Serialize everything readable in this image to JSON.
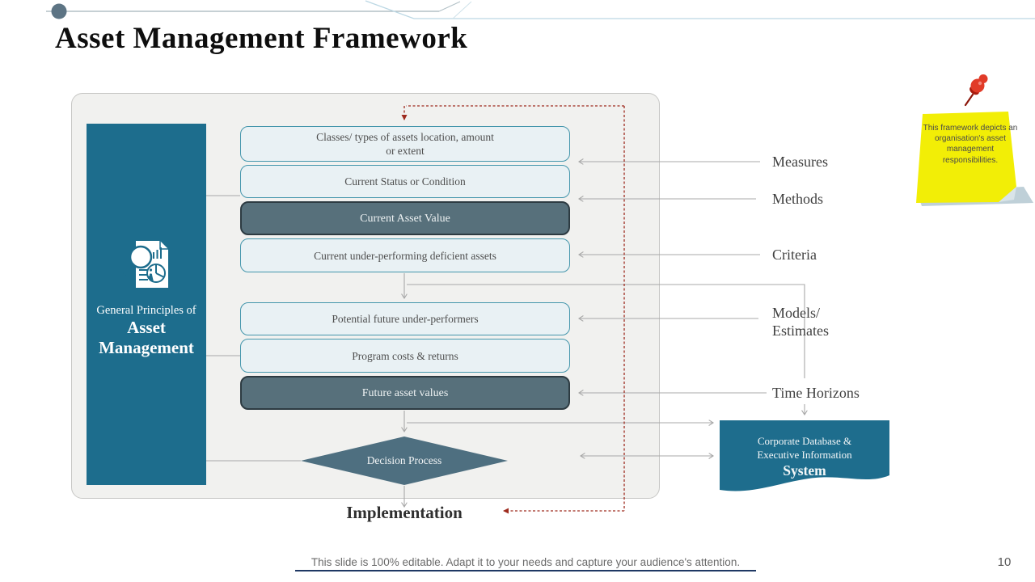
{
  "title": "Asset Management Framework",
  "page_number": "10",
  "footer": "This slide is 100% editable. Adapt it to your needs and capture your audience's attention.",
  "left_panel": {
    "line1": "General Principles of",
    "line2": "Asset",
    "line3": "Management",
    "icon": "document-analysis-icon"
  },
  "flow": {
    "boxes": [
      {
        "line1": "Classes/ types of assets location, amount",
        "line2": "or extent",
        "variant": "light"
      },
      {
        "label": "Current Status or Condition",
        "variant": "light"
      },
      {
        "label": "Current Asset Value",
        "variant": "dark"
      },
      {
        "label": "Current under-performing deficient assets",
        "variant": "light"
      },
      {
        "label": "Potential future under-performers",
        "variant": "light"
      },
      {
        "label": "Program costs & returns",
        "variant": "light"
      },
      {
        "label": "Future asset values",
        "variant": "dark"
      }
    ],
    "decision_label": "Decision Process",
    "implementation_label": "Implementation"
  },
  "side_labels": {
    "measures": "Measures",
    "methods": "Methods",
    "criteria": "Criteria",
    "models_line1": "Models/",
    "models_line2": "Estimates",
    "time_horizons": "Time Horizons"
  },
  "database_box": {
    "line1": "Corporate Database &",
    "line2": "Executive Information",
    "line3": "System"
  },
  "sticky_note": {
    "line1": "This framework depicts an",
    "line2": "organisation's asset",
    "line3": "management",
    "line4": "responsibilities."
  },
  "colors": {
    "teal": "#1d6d8d",
    "slate_box": "#57707b",
    "light_box_fill": "#e9f1f4",
    "light_box_border": "#4496ac",
    "diamond": "#4e6f80",
    "note_yellow": "#f2ee06",
    "feedback_red": "#9e2b1e",
    "connector_gray": "#a8a8a8",
    "footer_line_navy": "#1f3864"
  }
}
